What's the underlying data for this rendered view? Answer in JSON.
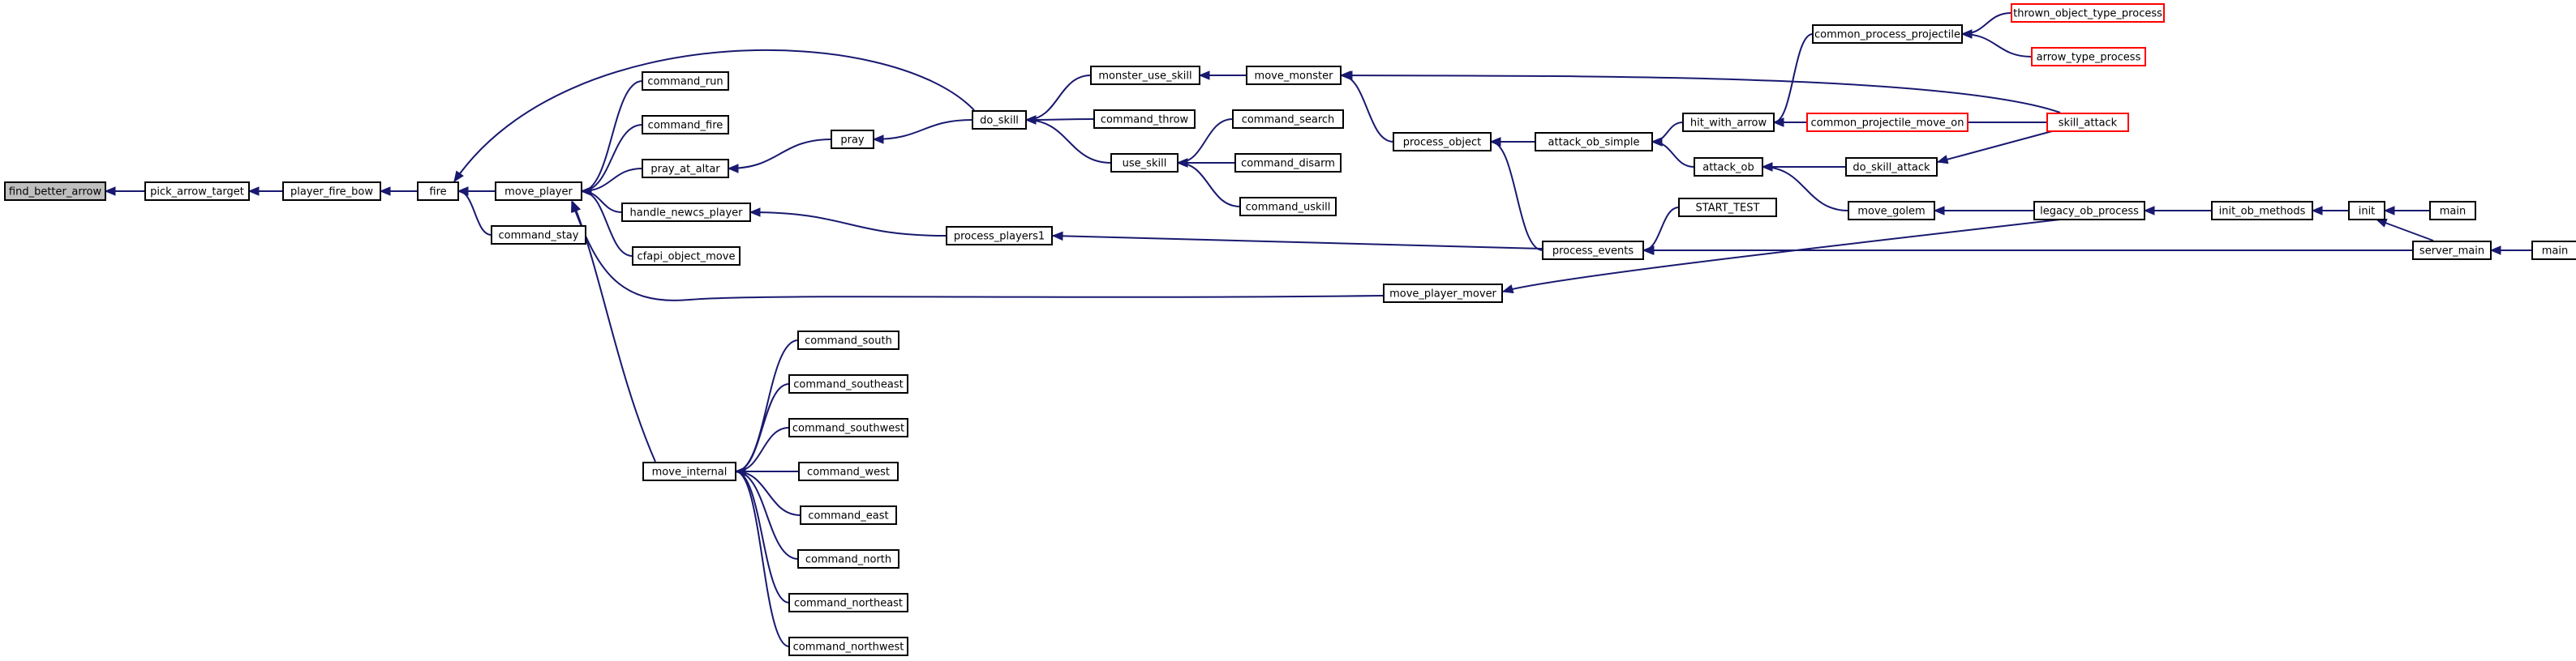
{
  "graph": {
    "nodes": [
      {
        "id": "find_better_arrow",
        "label": "find_better_arrow",
        "style": "root"
      },
      {
        "id": "pick_arrow_target",
        "label": "pick_arrow_target",
        "style": "normal"
      },
      {
        "id": "player_fire_bow",
        "label": "player_fire_bow",
        "style": "normal"
      },
      {
        "id": "fire",
        "label": "fire",
        "style": "normal"
      },
      {
        "id": "move_player",
        "label": "move_player",
        "style": "normal"
      },
      {
        "id": "command_stay",
        "label": "command_stay",
        "style": "normal"
      },
      {
        "id": "command_run",
        "label": "command_run",
        "style": "normal"
      },
      {
        "id": "command_fire",
        "label": "command_fire",
        "style": "normal"
      },
      {
        "id": "pray_at_altar",
        "label": "pray_at_altar",
        "style": "normal"
      },
      {
        "id": "handle_newcs_player",
        "label": "handle_newcs_player",
        "style": "normal"
      },
      {
        "id": "cfapi_object_move",
        "label": "cfapi_object_move",
        "style": "normal"
      },
      {
        "id": "move_internal",
        "label": "move_internal",
        "style": "normal"
      },
      {
        "id": "command_south",
        "label": "command_south",
        "style": "normal"
      },
      {
        "id": "command_southeast",
        "label": "command_southeast",
        "style": "normal"
      },
      {
        "id": "command_southwest",
        "label": "command_southwest",
        "style": "normal"
      },
      {
        "id": "command_west",
        "label": "command_west",
        "style": "normal"
      },
      {
        "id": "command_east",
        "label": "command_east",
        "style": "normal"
      },
      {
        "id": "command_north",
        "label": "command_north",
        "style": "normal"
      },
      {
        "id": "command_northeast",
        "label": "command_northeast",
        "style": "normal"
      },
      {
        "id": "command_northwest",
        "label": "command_northwest",
        "style": "normal"
      },
      {
        "id": "pray",
        "label": "pray",
        "style": "normal"
      },
      {
        "id": "do_skill",
        "label": "do_skill",
        "style": "normal"
      },
      {
        "id": "monster_use_skill",
        "label": "monster_use_skill",
        "style": "normal"
      },
      {
        "id": "command_throw",
        "label": "command_throw",
        "style": "normal"
      },
      {
        "id": "use_skill",
        "label": "use_skill",
        "style": "normal"
      },
      {
        "id": "command_search",
        "label": "command_search",
        "style": "normal"
      },
      {
        "id": "command_disarm",
        "label": "command_disarm",
        "style": "normal"
      },
      {
        "id": "command_uskill",
        "label": "command_uskill",
        "style": "normal"
      },
      {
        "id": "move_monster",
        "label": "move_monster",
        "style": "normal"
      },
      {
        "id": "process_players1",
        "label": "process_players1",
        "style": "normal"
      },
      {
        "id": "move_player_mover",
        "label": "move_player_mover",
        "style": "normal"
      },
      {
        "id": "process_object",
        "label": "process_object",
        "style": "normal"
      },
      {
        "id": "process_events",
        "label": "process_events",
        "style": "normal"
      },
      {
        "id": "attack_ob_simple",
        "label": "attack_ob_simple",
        "style": "normal"
      },
      {
        "id": "hit_with_arrow",
        "label": "hit_with_arrow",
        "style": "normal"
      },
      {
        "id": "attack_ob",
        "label": "attack_ob",
        "style": "normal"
      },
      {
        "id": "START_TEST",
        "label": "START_TEST",
        "style": "normal"
      },
      {
        "id": "common_process_projectile",
        "label": "common_process_projectile",
        "style": "normal"
      },
      {
        "id": "common_projectile_move_on",
        "label": "common_projectile_move_on",
        "style": "truncated"
      },
      {
        "id": "do_skill_attack",
        "label": "do_skill_attack",
        "style": "normal"
      },
      {
        "id": "move_golem",
        "label": "move_golem",
        "style": "normal"
      },
      {
        "id": "thrown_object_type_process",
        "label": "thrown_object_type_process",
        "style": "truncated"
      },
      {
        "id": "arrow_type_process",
        "label": "arrow_type_process",
        "style": "truncated"
      },
      {
        "id": "skill_attack",
        "label": "skill_attack",
        "style": "truncated"
      },
      {
        "id": "legacy_ob_process",
        "label": "legacy_ob_process",
        "style": "normal"
      },
      {
        "id": "init_ob_methods",
        "label": "init_ob_methods",
        "style": "normal"
      },
      {
        "id": "init",
        "label": "init",
        "style": "normal"
      },
      {
        "id": "main_1",
        "label": "main",
        "style": "normal"
      },
      {
        "id": "server_main",
        "label": "server_main",
        "style": "normal"
      },
      {
        "id": "main_2",
        "label": "main",
        "style": "normal"
      }
    ],
    "edges": [
      {
        "from": "pick_arrow_target",
        "to": "find_better_arrow"
      },
      {
        "from": "player_fire_bow",
        "to": "pick_arrow_target"
      },
      {
        "from": "fire",
        "to": "player_fire_bow"
      },
      {
        "from": "move_player",
        "to": "fire"
      },
      {
        "from": "command_stay",
        "to": "fire"
      },
      {
        "from": "do_skill",
        "to": "fire"
      },
      {
        "from": "command_run",
        "to": "move_player"
      },
      {
        "from": "command_fire",
        "to": "move_player"
      },
      {
        "from": "pray_at_altar",
        "to": "move_player"
      },
      {
        "from": "handle_newcs_player",
        "to": "move_player"
      },
      {
        "from": "cfapi_object_move",
        "to": "move_player"
      },
      {
        "from": "move_internal",
        "to": "move_player"
      },
      {
        "from": "move_player_mover",
        "to": "move_player"
      },
      {
        "from": "command_south",
        "to": "move_internal"
      },
      {
        "from": "command_southeast",
        "to": "move_internal"
      },
      {
        "from": "command_southwest",
        "to": "move_internal"
      },
      {
        "from": "command_west",
        "to": "move_internal"
      },
      {
        "from": "command_east",
        "to": "move_internal"
      },
      {
        "from": "command_north",
        "to": "move_internal"
      },
      {
        "from": "command_northeast",
        "to": "move_internal"
      },
      {
        "from": "command_northwest",
        "to": "move_internal"
      },
      {
        "from": "pray",
        "to": "pray_at_altar"
      },
      {
        "from": "do_skill",
        "to": "pray"
      },
      {
        "from": "monster_use_skill",
        "to": "do_skill"
      },
      {
        "from": "command_throw",
        "to": "do_skill"
      },
      {
        "from": "use_skill",
        "to": "do_skill"
      },
      {
        "from": "command_search",
        "to": "use_skill"
      },
      {
        "from": "command_disarm",
        "to": "use_skill"
      },
      {
        "from": "command_uskill",
        "to": "use_skill"
      },
      {
        "from": "move_monster",
        "to": "monster_use_skill"
      },
      {
        "from": "process_object",
        "to": "move_monster"
      },
      {
        "from": "skill_attack",
        "to": "move_monster"
      },
      {
        "from": "process_players1",
        "to": "handle_newcs_player"
      },
      {
        "from": "process_events",
        "to": "process_players1"
      },
      {
        "from": "legacy_ob_process",
        "to": "move_player_mover"
      },
      {
        "from": "attack_ob_simple",
        "to": "process_object"
      },
      {
        "from": "process_events",
        "to": "process_object"
      },
      {
        "from": "START_TEST",
        "to": "process_events"
      },
      {
        "from": "server_main",
        "to": "process_events"
      },
      {
        "from": "hit_with_arrow",
        "to": "attack_ob_simple"
      },
      {
        "from": "attack_ob",
        "to": "attack_ob_simple"
      },
      {
        "from": "common_process_projectile",
        "to": "hit_with_arrow"
      },
      {
        "from": "common_projectile_move_on",
        "to": "hit_with_arrow"
      },
      {
        "from": "skill_attack",
        "to": "hit_with_arrow"
      },
      {
        "from": "do_skill_attack",
        "to": "attack_ob"
      },
      {
        "from": "move_golem",
        "to": "attack_ob"
      },
      {
        "from": "thrown_object_type_process",
        "to": "common_process_projectile"
      },
      {
        "from": "arrow_type_process",
        "to": "common_process_projectile"
      },
      {
        "from": "skill_attack",
        "to": "do_skill_attack"
      },
      {
        "from": "legacy_ob_process",
        "to": "move_golem"
      },
      {
        "from": "init_ob_methods",
        "to": "legacy_ob_process"
      },
      {
        "from": "init",
        "to": "init_ob_methods"
      },
      {
        "from": "main_1",
        "to": "init"
      },
      {
        "from": "server_main",
        "to": "init"
      },
      {
        "from": "main_2",
        "to": "server_main"
      }
    ]
  }
}
